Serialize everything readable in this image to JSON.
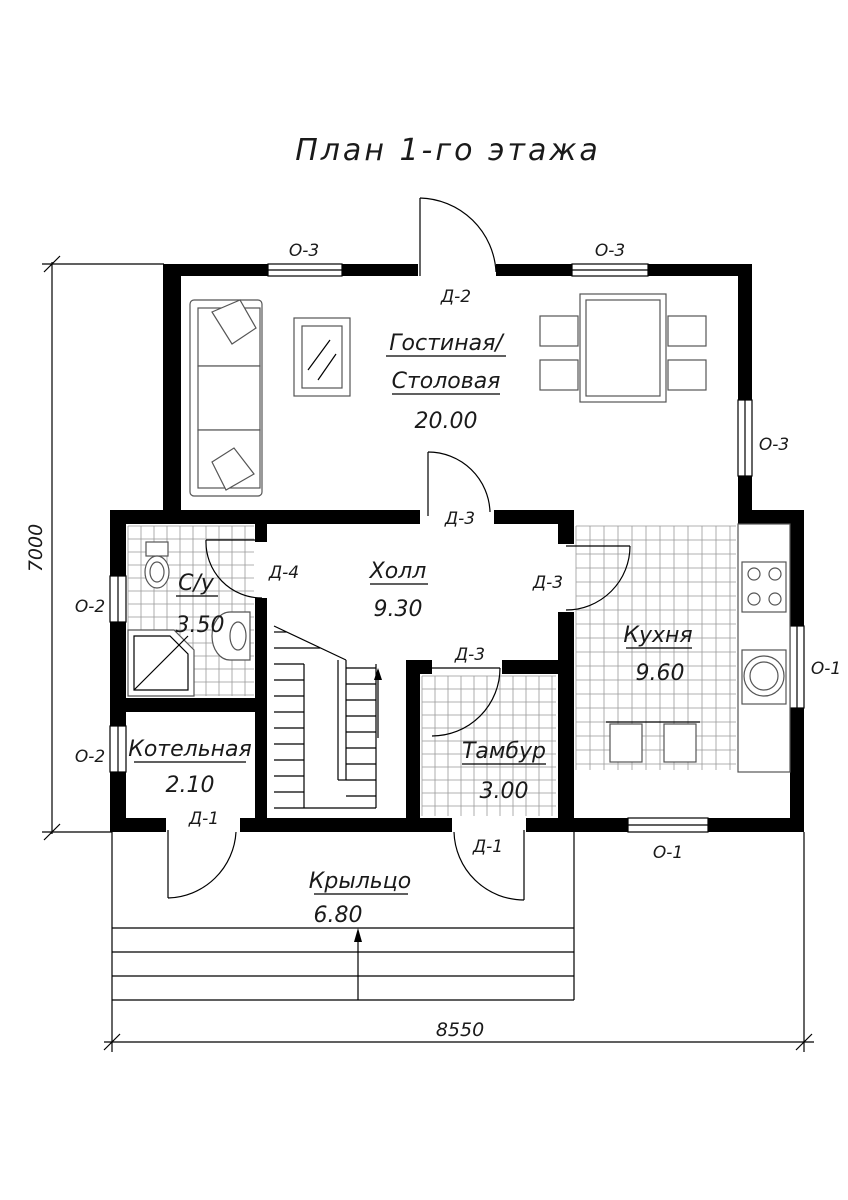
{
  "title": "План 1-го этажа",
  "dimensions": {
    "height": "7000",
    "width": "8550"
  },
  "rooms": {
    "living": {
      "name_line1": "Гостиная/",
      "name_line2": "Столовая",
      "area": "20.00"
    },
    "hall": {
      "name": "Холл",
      "area": "9.30"
    },
    "bathroom": {
      "name": "С/у",
      "area": "3.50"
    },
    "kitchen": {
      "name": "Кухня",
      "area": "9.60"
    },
    "boiler": {
      "name": "Котельная",
      "area": "2.10"
    },
    "vestibule": {
      "name": "Тамбур",
      "area": "3.00"
    },
    "porch": {
      "name": "Крыльцо",
      "area": "6.80"
    }
  },
  "doors": {
    "d2": "Д-2",
    "d3_living": "Д-3",
    "d4": "Д-4",
    "d3_kitchen": "Д-3",
    "d3_vestibule": "Д-3",
    "d1_boiler": "Д-1",
    "d1_entry": "Д-1"
  },
  "windows": {
    "o3_top_left": "О-3",
    "o3_top_right": "О-3",
    "o3_right": "О-3",
    "o2_bath": "О-2",
    "o2_boiler": "О-2",
    "o1_right": "О-1",
    "o1_bottom": "О-1"
  }
}
